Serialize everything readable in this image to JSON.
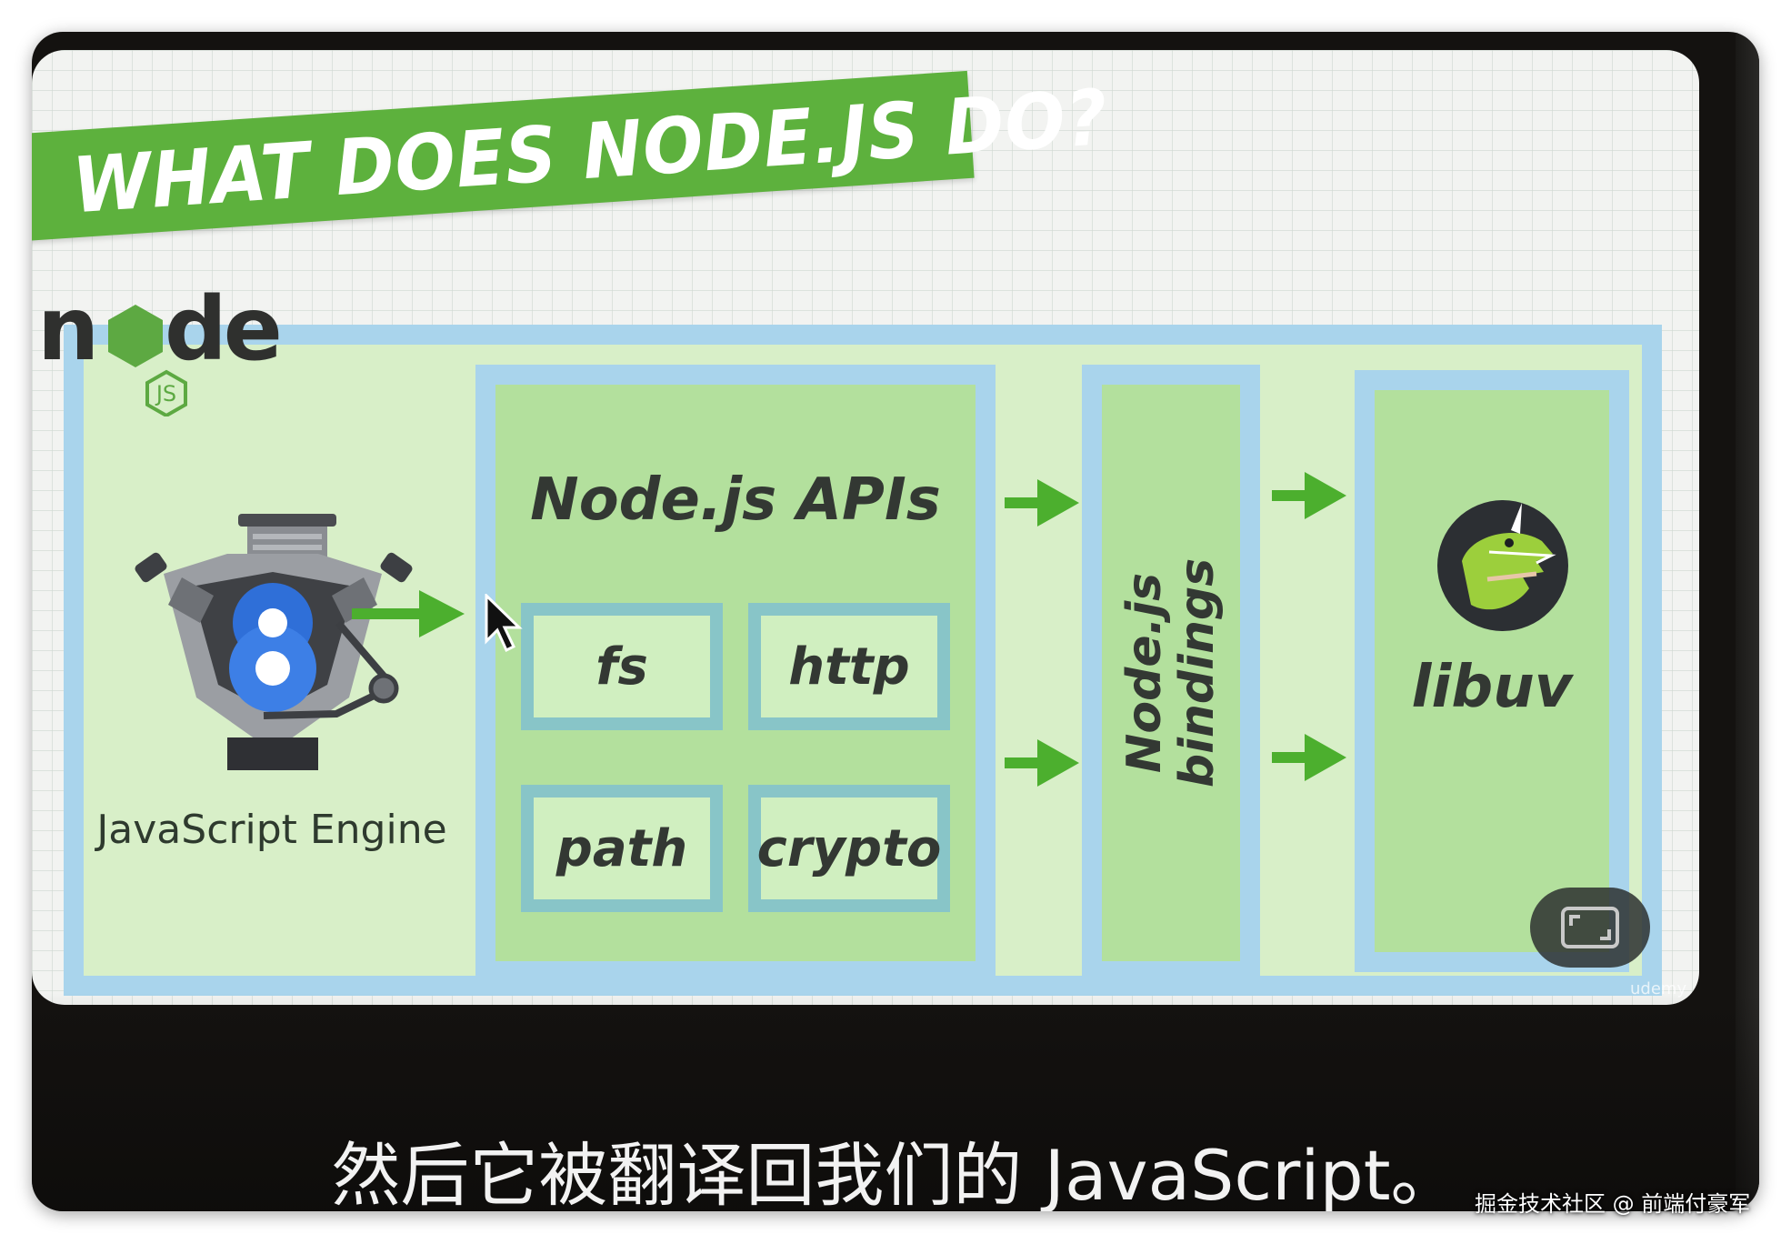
{
  "slide": {
    "title": "WHAT DOES NODE.JS DO?",
    "logo": {
      "word": "node",
      "badge": "JS"
    },
    "engine_label": "JavaScript Engine",
    "engine_badge": "8",
    "api_box": {
      "title": "Node.js APIs",
      "modules": [
        "fs",
        "http",
        "path",
        "crypto"
      ]
    },
    "bindings": {
      "line1": "Node.js",
      "line2": "bindings"
    },
    "libuv": {
      "label": "libuv"
    },
    "corner_watermark": "udemy"
  },
  "player": {
    "subtitle": "然后它被翻译回我们的 JavaScript。",
    "fullscreen_icon": "fullscreen-icon"
  },
  "watermark": "掘金技术社区 @ 前端付豪军",
  "colors": {
    "banner_green": "#5db13d",
    "frame_blue": "#a9d4ec",
    "box_green": "#b3e09d",
    "arrow_green": "#4caf2e"
  }
}
